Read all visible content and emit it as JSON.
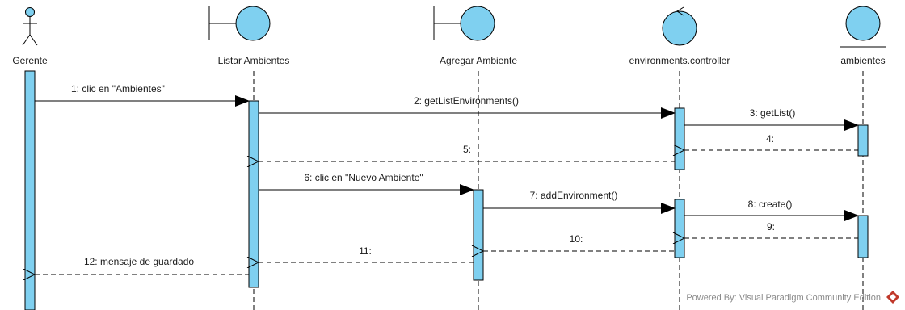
{
  "diagram": {
    "type": "uml-sequence",
    "colors": {
      "fill": "#7fd0f0",
      "stroke": "#000000",
      "logo": "#c0392b"
    },
    "lifelines": [
      {
        "id": "gerente",
        "label": "Gerente",
        "kind": "actor"
      },
      {
        "id": "listar",
        "label": "Listar Ambientes",
        "kind": "boundary"
      },
      {
        "id": "agregar",
        "label": "Agregar Ambiente",
        "kind": "boundary"
      },
      {
        "id": "controller",
        "label": "environments.controller",
        "kind": "control"
      },
      {
        "id": "ambientes",
        "label": "ambientes",
        "kind": "entity"
      }
    ],
    "messages": [
      {
        "n": 1,
        "text": "1: clic en \"Ambientes\"",
        "from": "gerente",
        "to": "listar",
        "kind": "call"
      },
      {
        "n": 2,
        "text": "2: getListEnvironments()",
        "from": "listar",
        "to": "controller",
        "kind": "call"
      },
      {
        "n": 3,
        "text": "3: getList()",
        "from": "controller",
        "to": "ambientes",
        "kind": "call"
      },
      {
        "n": 4,
        "text": "4:",
        "from": "ambientes",
        "to": "controller",
        "kind": "return"
      },
      {
        "n": 5,
        "text": "5:",
        "from": "controller",
        "to": "listar",
        "kind": "return"
      },
      {
        "n": 6,
        "text": "6: clic en \"Nuevo Ambiente\"",
        "from": "listar",
        "to": "agregar",
        "kind": "call"
      },
      {
        "n": 7,
        "text": "7:  addEnvironment()",
        "from": "agregar",
        "to": "controller",
        "kind": "call"
      },
      {
        "n": 8,
        "text": "8: create()",
        "from": "controller",
        "to": "ambientes",
        "kind": "call"
      },
      {
        "n": 9,
        "text": "9:",
        "from": "ambientes",
        "to": "controller",
        "kind": "return"
      },
      {
        "n": 10,
        "text": "10:",
        "from": "controller",
        "to": "agregar",
        "kind": "return"
      },
      {
        "n": 11,
        "text": "11:",
        "from": "agregar",
        "to": "listar",
        "kind": "return"
      },
      {
        "n": 12,
        "text": "12: mensaje de guardado",
        "from": "listar",
        "to": "gerente",
        "kind": "return"
      }
    ]
  },
  "footer": {
    "text": "Powered By: Visual Paradigm Community Edition"
  }
}
